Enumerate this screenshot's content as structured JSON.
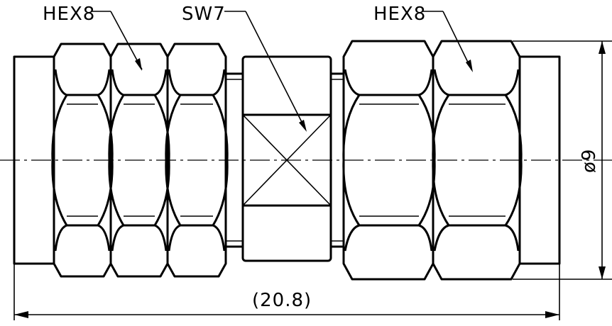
{
  "labels": {
    "hex_left": "HEX8",
    "sw_middle": "SW7",
    "hex_right": "HEX8"
  },
  "dimensions": {
    "length": "(20.8)",
    "diameter": "ø9"
  }
}
